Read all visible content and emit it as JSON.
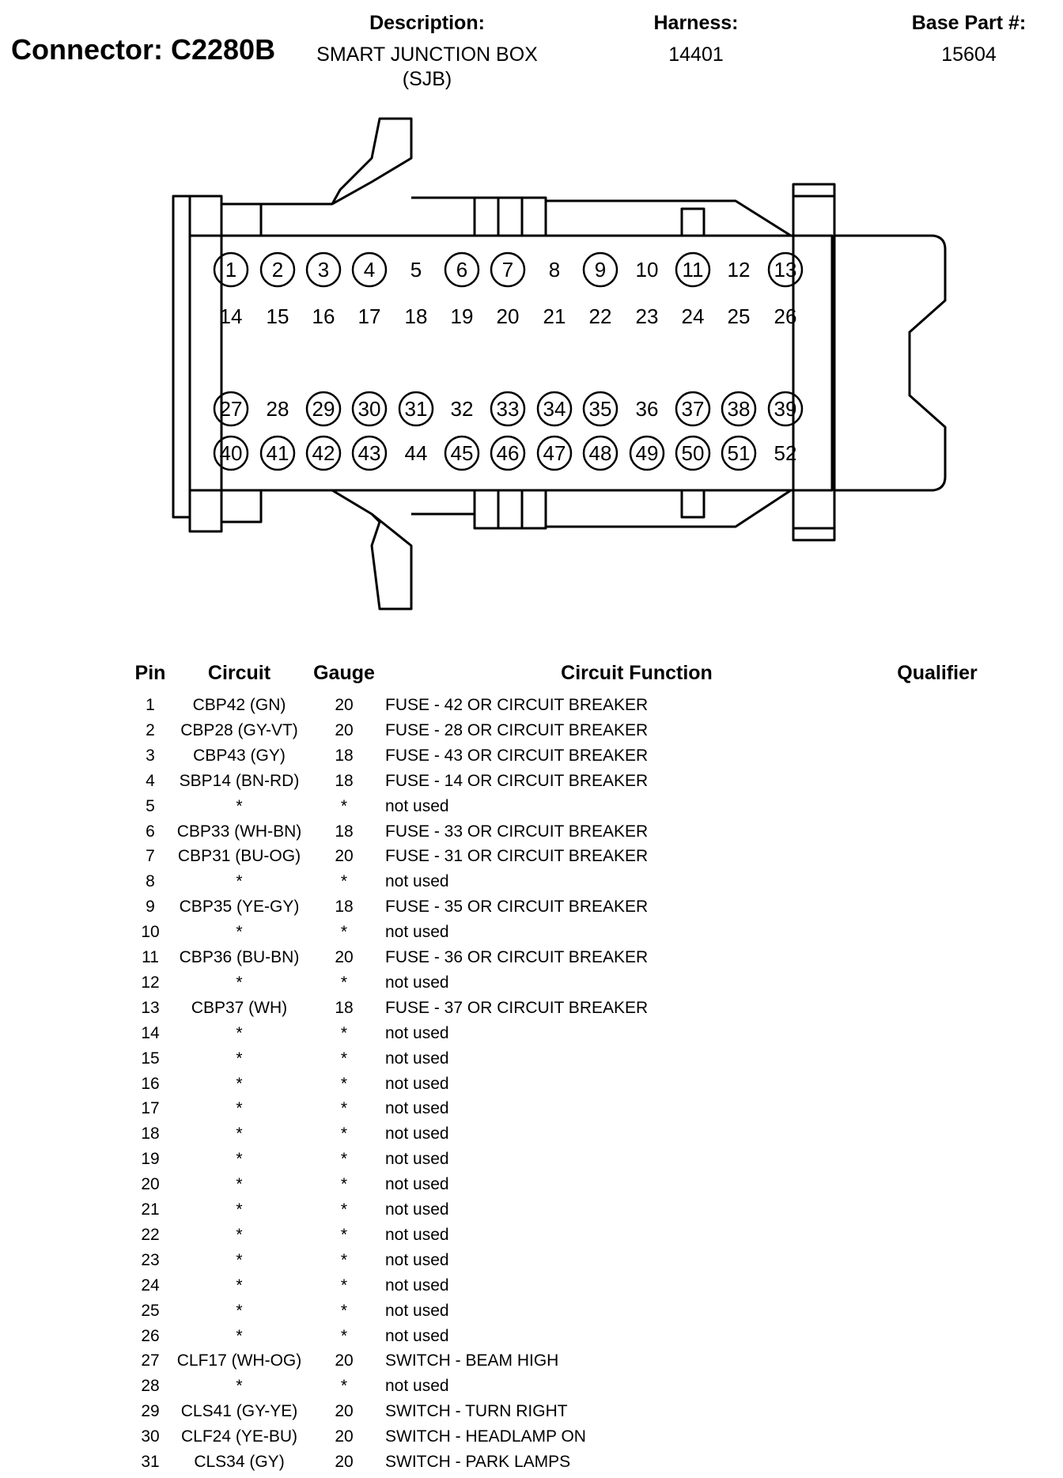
{
  "header": {
    "connector": "Connector: C2280B",
    "description_label": "Description:",
    "description_line1": "SMART JUNCTION BOX",
    "description_line2": "(SJB)",
    "harness_label": "Harness:",
    "harness_value": "14401",
    "base_part_label": "Base Part #:",
    "base_part_value": "15604"
  },
  "pin_rows": [
    [
      {
        "n": "1",
        "circled": true
      },
      {
        "n": "2",
        "circled": true
      },
      {
        "n": "3",
        "circled": true
      },
      {
        "n": "4",
        "circled": true
      },
      {
        "n": "5",
        "circled": false
      },
      {
        "n": "6",
        "circled": true
      },
      {
        "n": "7",
        "circled": true
      },
      {
        "n": "8",
        "circled": false
      },
      {
        "n": "9",
        "circled": true
      },
      {
        "n": "10",
        "circled": false
      },
      {
        "n": "11",
        "circled": true
      },
      {
        "n": "12",
        "circled": false
      },
      {
        "n": "13",
        "circled": true
      }
    ],
    [
      {
        "n": "14",
        "circled": false
      },
      {
        "n": "15",
        "circled": false
      },
      {
        "n": "16",
        "circled": false
      },
      {
        "n": "17",
        "circled": false
      },
      {
        "n": "18",
        "circled": false
      },
      {
        "n": "19",
        "circled": false
      },
      {
        "n": "20",
        "circled": false
      },
      {
        "n": "21",
        "circled": false
      },
      {
        "n": "22",
        "circled": false
      },
      {
        "n": "23",
        "circled": false
      },
      {
        "n": "24",
        "circled": false
      },
      {
        "n": "25",
        "circled": false
      },
      {
        "n": "26",
        "circled": false
      }
    ],
    [
      {
        "n": "27",
        "circled": true
      },
      {
        "n": "28",
        "circled": false
      },
      {
        "n": "29",
        "circled": true
      },
      {
        "n": "30",
        "circled": true
      },
      {
        "n": "31",
        "circled": true
      },
      {
        "n": "32",
        "circled": false
      },
      {
        "n": "33",
        "circled": true
      },
      {
        "n": "34",
        "circled": true
      },
      {
        "n": "35",
        "circled": true
      },
      {
        "n": "36",
        "circled": false
      },
      {
        "n": "37",
        "circled": true
      },
      {
        "n": "38",
        "circled": true
      },
      {
        "n": "39",
        "circled": true
      }
    ],
    [
      {
        "n": "40",
        "circled": true
      },
      {
        "n": "41",
        "circled": true
      },
      {
        "n": "42",
        "circled": true
      },
      {
        "n": "43",
        "circled": true
      },
      {
        "n": "44",
        "circled": false
      },
      {
        "n": "45",
        "circled": true
      },
      {
        "n": "46",
        "circled": true
      },
      {
        "n": "47",
        "circled": true
      },
      {
        "n": "48",
        "circled": true
      },
      {
        "n": "49",
        "circled": true
      },
      {
        "n": "50",
        "circled": true
      },
      {
        "n": "51",
        "circled": true
      },
      {
        "n": "52",
        "circled": false
      }
    ]
  ],
  "table": {
    "headers": {
      "pin": "Pin",
      "circuit": "Circuit",
      "gauge": "Gauge",
      "function": "Circuit Function",
      "qualifier": "Qualifier"
    },
    "rows": [
      {
        "pin": "1",
        "circuit": "CBP42 (GN)",
        "gauge": "20",
        "function": "FUSE - 42 OR CIRCUIT BREAKER",
        "qualifier": ""
      },
      {
        "pin": "2",
        "circuit": "CBP28 (GY-VT)",
        "gauge": "20",
        "function": "FUSE - 28 OR CIRCUIT BREAKER",
        "qualifier": ""
      },
      {
        "pin": "3",
        "circuit": "CBP43 (GY)",
        "gauge": "18",
        "function": "FUSE - 43 OR CIRCUIT BREAKER",
        "qualifier": ""
      },
      {
        "pin": "4",
        "circuit": "SBP14 (BN-RD)",
        "gauge": "18",
        "function": "FUSE - 14 OR CIRCUIT BREAKER",
        "qualifier": ""
      },
      {
        "pin": "5",
        "circuit": "*",
        "gauge": "*",
        "function": "not used",
        "qualifier": ""
      },
      {
        "pin": "6",
        "circuit": "CBP33 (WH-BN)",
        "gauge": "18",
        "function": "FUSE - 33 OR CIRCUIT BREAKER",
        "qualifier": ""
      },
      {
        "pin": "7",
        "circuit": "CBP31 (BU-OG)",
        "gauge": "20",
        "function": "FUSE - 31 OR CIRCUIT BREAKER",
        "qualifier": ""
      },
      {
        "pin": "8",
        "circuit": "*",
        "gauge": "*",
        "function": "not used",
        "qualifier": ""
      },
      {
        "pin": "9",
        "circuit": "CBP35 (YE-GY)",
        "gauge": "18",
        "function": "FUSE - 35 OR CIRCUIT BREAKER",
        "qualifier": ""
      },
      {
        "pin": "10",
        "circuit": "*",
        "gauge": "*",
        "function": "not used",
        "qualifier": ""
      },
      {
        "pin": "11",
        "circuit": "CBP36 (BU-BN)",
        "gauge": "20",
        "function": "FUSE - 36 OR CIRCUIT BREAKER",
        "qualifier": ""
      },
      {
        "pin": "12",
        "circuit": "*",
        "gauge": "*",
        "function": "not used",
        "qualifier": ""
      },
      {
        "pin": "13",
        "circuit": "CBP37 (WH)",
        "gauge": "18",
        "function": "FUSE - 37 OR CIRCUIT BREAKER",
        "qualifier": ""
      },
      {
        "pin": "14",
        "circuit": "*",
        "gauge": "*",
        "function": "not used",
        "qualifier": ""
      },
      {
        "pin": "15",
        "circuit": "*",
        "gauge": "*",
        "function": "not used",
        "qualifier": ""
      },
      {
        "pin": "16",
        "circuit": "*",
        "gauge": "*",
        "function": "not used",
        "qualifier": ""
      },
      {
        "pin": "17",
        "circuit": "*",
        "gauge": "*",
        "function": "not used",
        "qualifier": ""
      },
      {
        "pin": "18",
        "circuit": "*",
        "gauge": "*",
        "function": "not used",
        "qualifier": ""
      },
      {
        "pin": "19",
        "circuit": "*",
        "gauge": "*",
        "function": "not used",
        "qualifier": ""
      },
      {
        "pin": "20",
        "circuit": "*",
        "gauge": "*",
        "function": "not used",
        "qualifier": ""
      },
      {
        "pin": "21",
        "circuit": "*",
        "gauge": "*",
        "function": "not used",
        "qualifier": ""
      },
      {
        "pin": "22",
        "circuit": "*",
        "gauge": "*",
        "function": "not used",
        "qualifier": ""
      },
      {
        "pin": "23",
        "circuit": "*",
        "gauge": "*",
        "function": "not used",
        "qualifier": ""
      },
      {
        "pin": "24",
        "circuit": "*",
        "gauge": "*",
        "function": "not used",
        "qualifier": ""
      },
      {
        "pin": "25",
        "circuit": "*",
        "gauge": "*",
        "function": "not used",
        "qualifier": ""
      },
      {
        "pin": "26",
        "circuit": "*",
        "gauge": "*",
        "function": "not used",
        "qualifier": ""
      },
      {
        "pin": "27",
        "circuit": "CLF17 (WH-OG)",
        "gauge": "20",
        "function": "SWITCH - BEAM HIGH",
        "qualifier": ""
      },
      {
        "pin": "28",
        "circuit": "*",
        "gauge": "*",
        "function": "not used",
        "qualifier": ""
      },
      {
        "pin": "29",
        "circuit": "CLS41 (GY-YE)",
        "gauge": "20",
        "function": "SWITCH - TURN RIGHT",
        "qualifier": ""
      },
      {
        "pin": "30",
        "circuit": "CLF24 (YE-BU)",
        "gauge": "20",
        "function": "SWITCH - HEADLAMP ON",
        "qualifier": ""
      },
      {
        "pin": "31",
        "circuit": "CLS34 (GY)",
        "gauge": "20",
        "function": "SWITCH - PARK LAMPS",
        "qualifier": ""
      }
    ]
  }
}
